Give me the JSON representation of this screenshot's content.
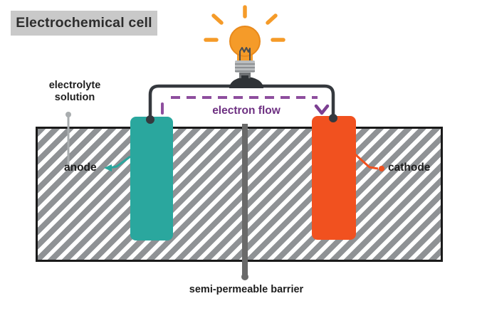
{
  "title": "Electrochemical cell",
  "labels": {
    "electrolyte_solution": [
      "electrolyte",
      "solution"
    ],
    "anode": "anode",
    "cathode": "cathode",
    "electron_flow": "electron flow",
    "semi_permeable_barrier": "semi-permeable barrier"
  },
  "diagram": {
    "type": "electrochemical-cell",
    "components": [
      {
        "name": "light-bulb",
        "state": "lit",
        "color": "#F59B29"
      },
      {
        "name": "circuit-wire",
        "color": "#35393E"
      },
      {
        "name": "electron-flow-arrow",
        "direction": "anode-to-cathode",
        "style": "dashed",
        "color": "#8E4E9E"
      },
      {
        "name": "anode-electrode",
        "color": "#2AA79E"
      },
      {
        "name": "cathode-electrode",
        "color": "#F1511F"
      },
      {
        "name": "electrolyte-container",
        "fill": "gray-diagonal-hatch"
      },
      {
        "name": "semi-permeable-barrier",
        "color": "#6A6A6A"
      }
    ]
  },
  "colors": {
    "title_box_bg": "#C9C9C9",
    "title_text": "#2D2D2D",
    "text_dark": "#1E1E1E",
    "teal": "#2AA79E",
    "orange_red": "#F1511F",
    "bulb_orange": "#F59B29",
    "bulb_orange_dark": "#E8891B",
    "bulb_base_gray": "#B9BCBE",
    "bulb_base_lines": "#8E9194",
    "bulb_tip_gray": "#6E7174",
    "filament_dark": "#4A4E52",
    "socket_dark": "#2F3337",
    "wire_dark": "#35393E",
    "purple_dash": "#8E4E9E",
    "purple_text": "#6E3182",
    "purple_arrow": "#7C3F92",
    "hatch_stripe": "#8F9295",
    "hatch_bg": "#FFFFFF",
    "container_border": "#1A1A1A",
    "barrier_gray": "#6A6A6A",
    "pointer_gray": "#A9ADAF"
  }
}
